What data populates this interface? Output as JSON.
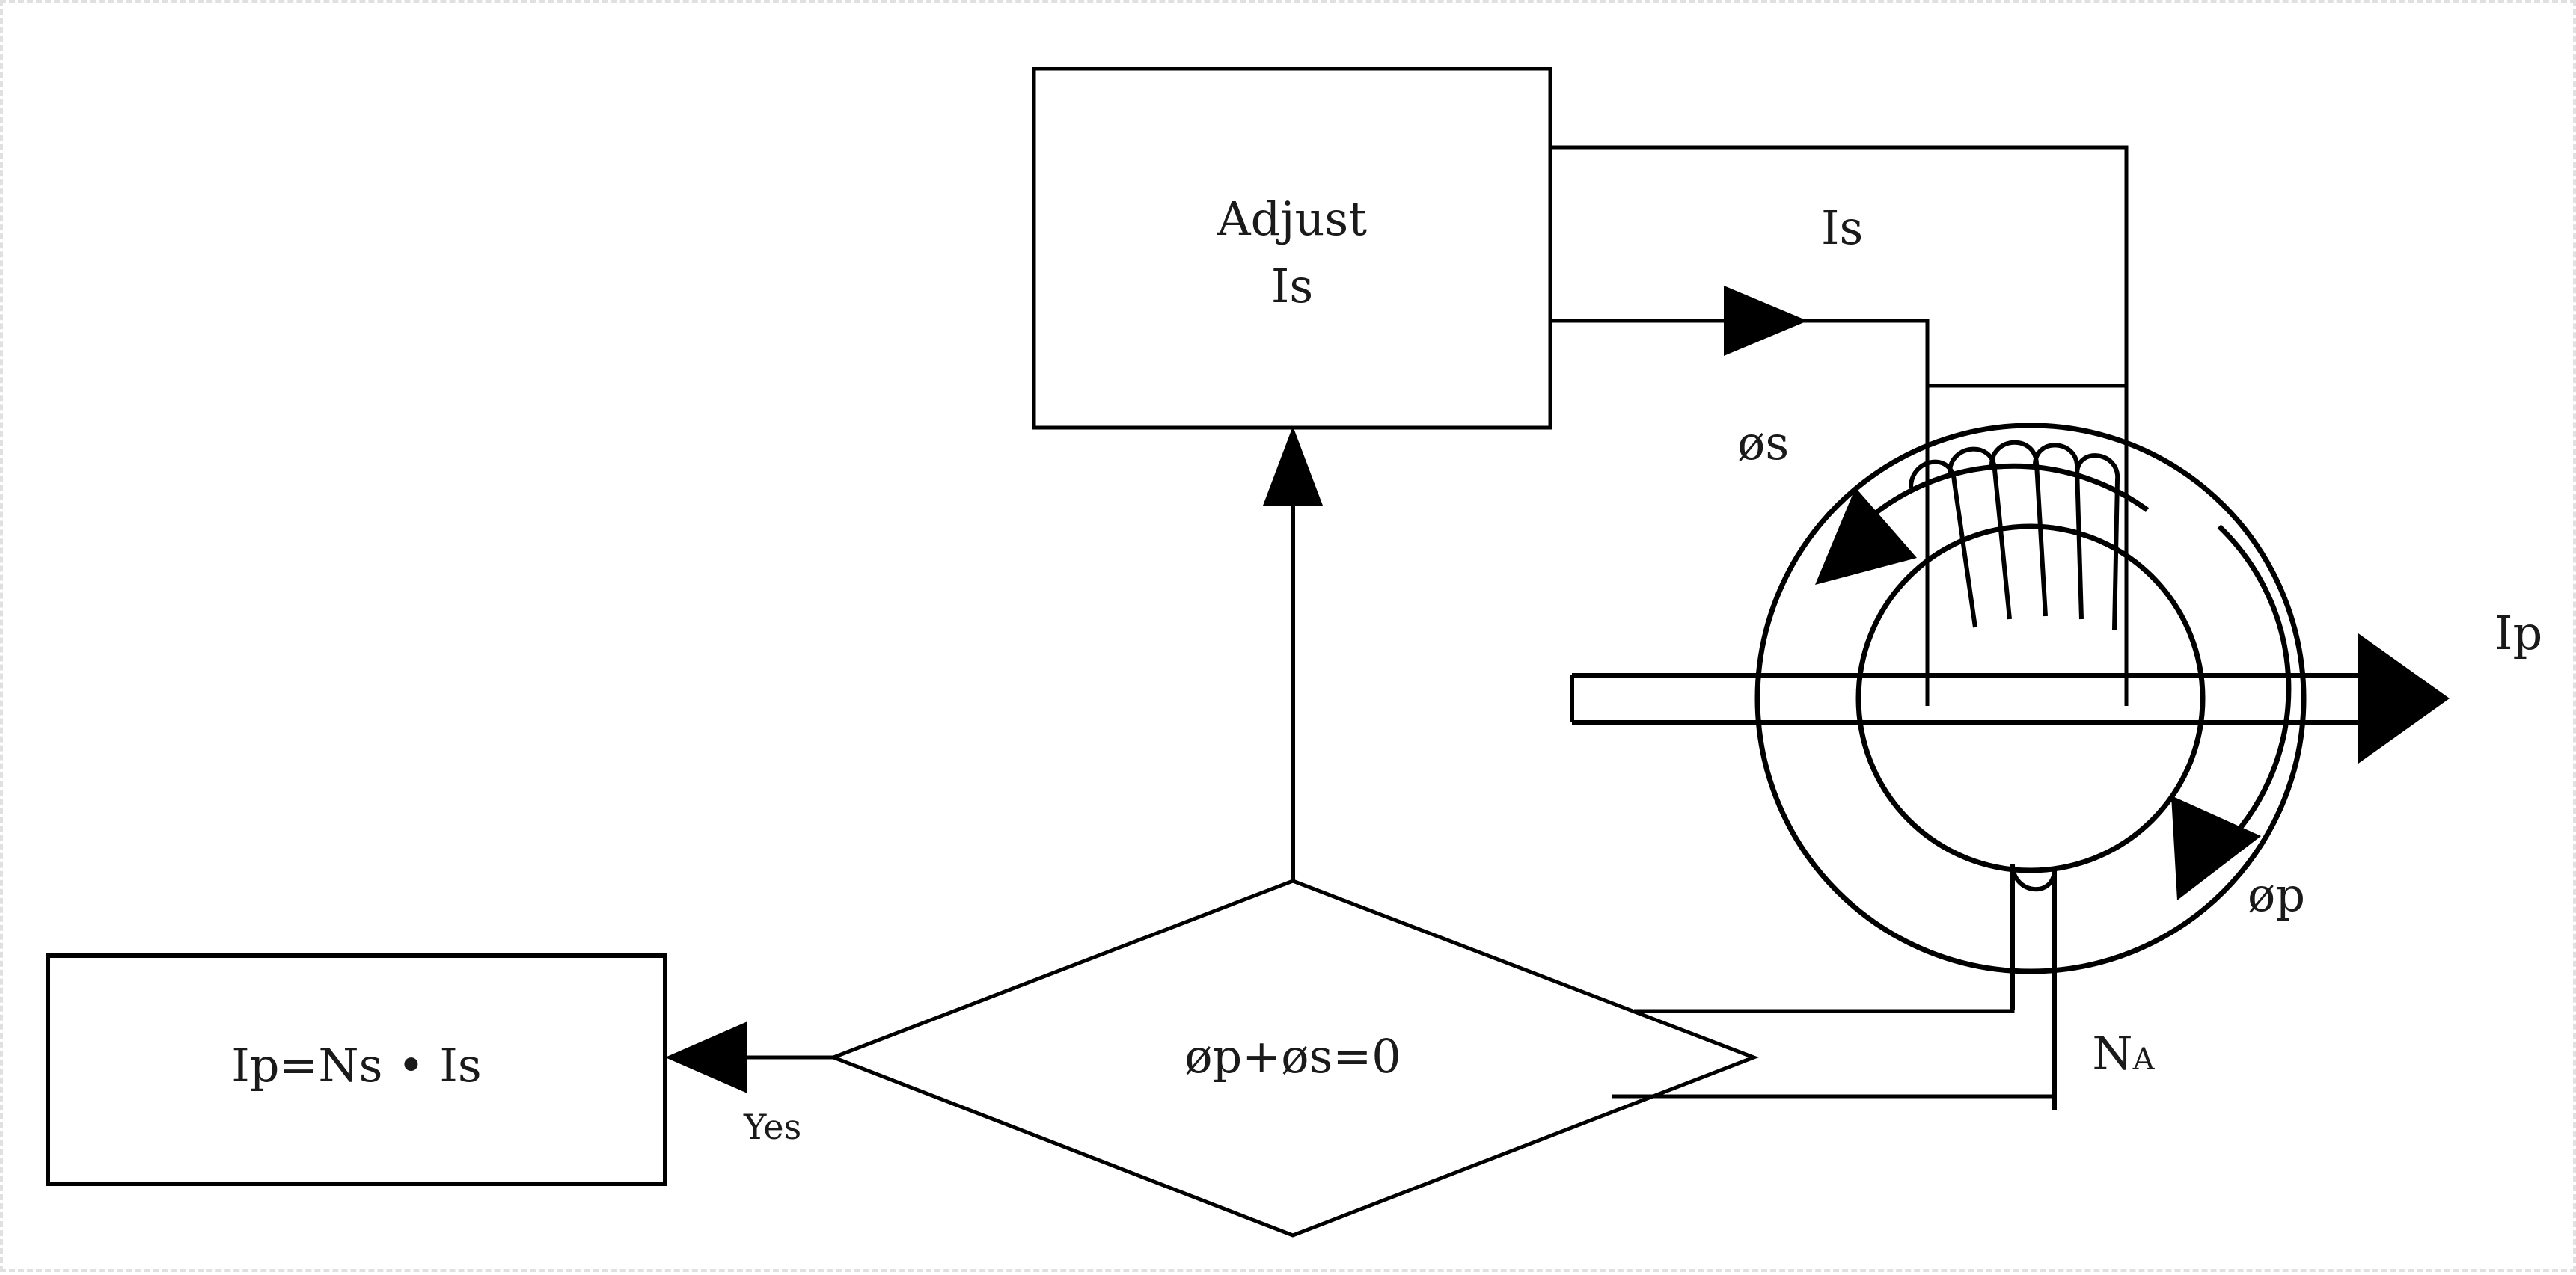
{
  "diagram": {
    "title_nodes": {
      "adjust_box": {
        "line1": "Adjust",
        "line2": "Is"
      },
      "result_box": {
        "text": "Ip=Ns • Is"
      },
      "decision": {
        "text": "øp+øs=0"
      }
    },
    "edge_labels": {
      "yes": "Yes",
      "secondary_current": "Is",
      "primary_current": "Ip",
      "flux_secondary": "øs",
      "flux_primary": "øp",
      "turns": "N",
      "turns_subscript": "A"
    },
    "colors": {
      "stroke": "#000000",
      "text": "#1a1a1a",
      "background": "#ffffff",
      "canvas_border": "#e0e0e0"
    },
    "icons": {
      "arrow_up": "arrowhead-up-icon",
      "arrow_left": "arrowhead-left-icon",
      "arrow_right": "arrowhead-right-icon",
      "flux_ccw": "curved-arrow-counterclockwise-icon",
      "flux_cw": "curved-arrow-clockwise-icon",
      "toroid": "toroid-core-icon",
      "winding": "coil-winding-icon",
      "conductor": "primary-conductor-icon"
    }
  }
}
